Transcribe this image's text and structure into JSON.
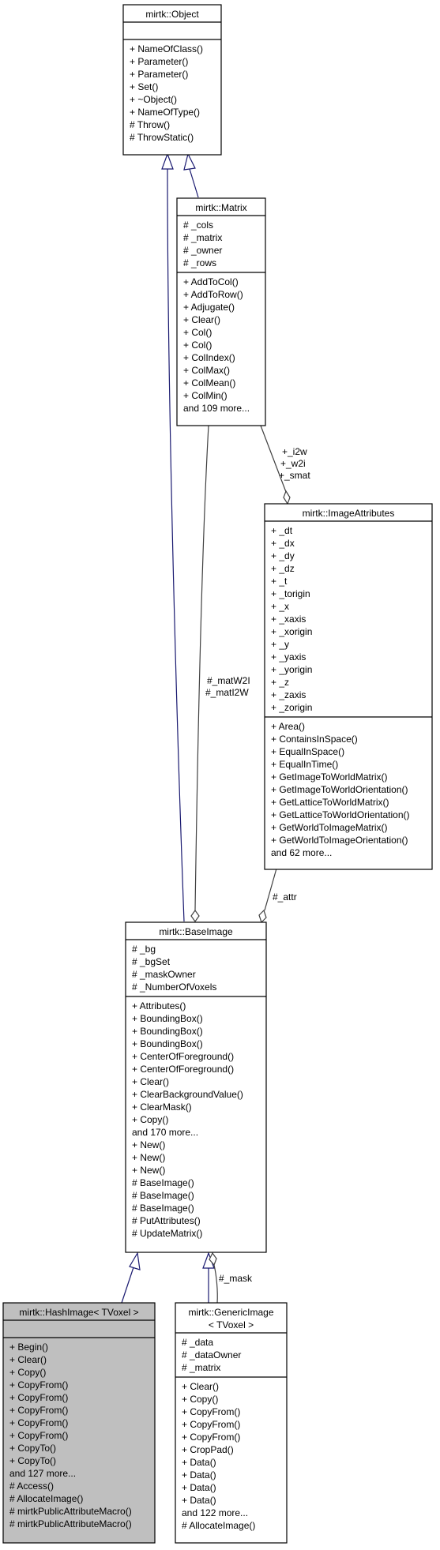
{
  "classes": {
    "object": {
      "title": [
        "mirtk::Object"
      ],
      "attributes": [],
      "methods": [
        "+ NameOfClass()",
        "+ Parameter()",
        "+ Parameter()",
        "+ Set()",
        "+ ~Object()",
        "+ NameOfType()",
        "# Throw()",
        "# ThrowStatic()"
      ]
    },
    "matrix": {
      "title": [
        "mirtk::Matrix"
      ],
      "attributes": [
        "# _cols",
        "# _matrix",
        "# _owner",
        "# _rows"
      ],
      "methods": [
        "+ AddToCol()",
        "+ AddToRow()",
        "+ Adjugate()",
        "+ Clear()",
        "+ Col()",
        "+ Col()",
        "+ ColIndex()",
        "+ ColMax()",
        "+ ColMean()",
        "+ ColMin()",
        "and 109 more..."
      ]
    },
    "imageattributes": {
      "title": [
        "mirtk::ImageAttributes"
      ],
      "attributes": [
        "+ _dt",
        "+ _dx",
        "+ _dy",
        "+ _dz",
        "+ _t",
        "+ _torigin",
        "+ _x",
        "+ _xaxis",
        "+ _xorigin",
        "+ _y",
        "+ _yaxis",
        "+ _yorigin",
        "+ _z",
        "+ _zaxis",
        "+ _zorigin"
      ],
      "methods": [
        "+ Area()",
        "+ ContainsInSpace()",
        "+ EqualInSpace()",
        "+ EqualInTime()",
        "+ GetImageToWorldMatrix()",
        "+ GetImageToWorldOrientation()",
        "+ GetLatticeToWorldMatrix()",
        "+ GetLatticeToWorldOrientation()",
        "+ GetWorldToImageMatrix()",
        "+ GetWorldToImageOrientation()",
        "and 62 more..."
      ]
    },
    "baseimage": {
      "title": [
        "mirtk::BaseImage"
      ],
      "attributes": [
        "# _bg",
        "# _bgSet",
        "# _maskOwner",
        "# _NumberOfVoxels"
      ],
      "methods": [
        "+ Attributes()",
        "+ BoundingBox()",
        "+ BoundingBox()",
        "+ BoundingBox()",
        "+ CenterOfForeground()",
        "+ CenterOfForeground()",
        "+ Clear()",
        "+ ClearBackgroundValue()",
        "+ ClearMask()",
        "+ Copy()",
        "and 170 more...",
        "+ New()",
        "+ New()",
        "+ New()",
        "# BaseImage()",
        "# BaseImage()",
        "# BaseImage()",
        "# PutAttributes()",
        "# UpdateMatrix()"
      ]
    },
    "hashimage": {
      "title": [
        "mirtk::HashImage< TVoxel >"
      ],
      "attributes": [],
      "methods": [
        "+ Begin()",
        "+ Clear()",
        "+ Copy()",
        "+ CopyFrom()",
        "+ CopyFrom()",
        "+ CopyFrom()",
        "+ CopyFrom()",
        "+ CopyFrom()",
        "+ CopyTo()",
        "+ CopyTo()",
        "and 127 more...",
        "# Access()",
        "# AllocateImage()",
        "# mirtkPublicAttributeMacro()",
        "# mirtkPublicAttributeMacro()"
      ]
    },
    "genericimage": {
      "title": [
        "mirtk::GenericImage",
        "< TVoxel >"
      ],
      "attributes": [
        "# _data",
        "# _dataOwner",
        "# _matrix"
      ],
      "methods": [
        "+ Clear()",
        "+ Copy()",
        "+ CopyFrom()",
        "+ CopyFrom()",
        "+ CopyFrom()",
        "+ CropPad()",
        "+ Data()",
        "+ Data()",
        "+ Data()",
        "+ Data()",
        "and 122 more...",
        "# AllocateImage()"
      ]
    }
  },
  "edge_labels": {
    "smat": [
      "+_i2w",
      "+_w2i",
      "+_smat"
    ],
    "mat": [
      "#_matW2I",
      "#_matI2W"
    ],
    "attr": [
      "#_attr"
    ],
    "mask": [
      "#_mask"
    ]
  }
}
